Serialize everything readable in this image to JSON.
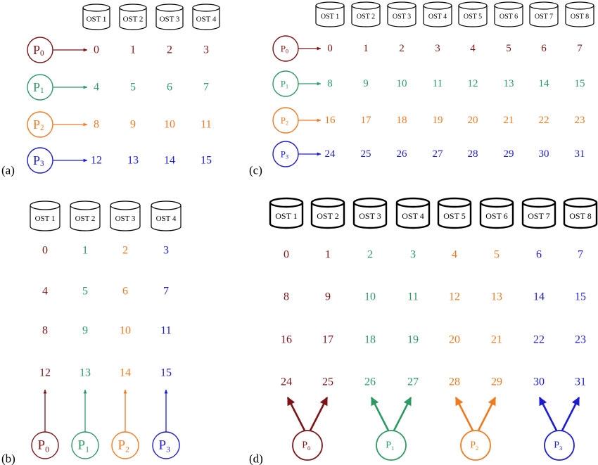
{
  "colors": {
    "p0": "#7b1416",
    "p1": "#2e9a63",
    "p2": "#f07a20",
    "p3": "#1c1ccf",
    "ink": "#000000"
  },
  "panels": [
    {
      "id": "a",
      "label": "(a)",
      "osts": [
        "OST 1",
        "OST 2",
        "OST 3",
        "OST 4"
      ],
      "process_letter": "P",
      "processes": [
        {
          "sub": "0",
          "color": "p0",
          "blocks": [
            "0",
            "1",
            "2",
            "3"
          ]
        },
        {
          "sub": "1",
          "color": "p1",
          "blocks": [
            "4",
            "5",
            "6",
            "7"
          ]
        },
        {
          "sub": "2",
          "color": "p2",
          "blocks": [
            "8",
            "9",
            "10",
            "11"
          ]
        },
        {
          "sub": "3",
          "color": "p3",
          "blocks": [
            "12",
            "13",
            "14",
            "15"
          ]
        }
      ]
    },
    {
      "id": "b",
      "label": "(b)",
      "osts": [
        "OST 1",
        "OST 2",
        "OST 3",
        "OST 4"
      ],
      "process_letter": "P",
      "rows": [
        [
          "0",
          "1",
          "2",
          "3"
        ],
        [
          "4",
          "5",
          "6",
          "7"
        ],
        [
          "8",
          "9",
          "10",
          "11"
        ],
        [
          "12",
          "13",
          "14",
          "15"
        ]
      ],
      "column_colors": [
        "p0",
        "p1",
        "p2",
        "p3"
      ],
      "processes": [
        {
          "sub": "0",
          "color": "p0"
        },
        {
          "sub": "1",
          "color": "p1"
        },
        {
          "sub": "2",
          "color": "p2"
        },
        {
          "sub": "3",
          "color": "p3"
        }
      ]
    },
    {
      "id": "c",
      "label": "(c)",
      "osts": [
        "OST 1",
        "OST 2",
        "OST 3",
        "OST 4",
        "OST 5",
        "OST 6",
        "OST 7",
        "OST 8"
      ],
      "process_letter": "P",
      "processes": [
        {
          "sub": "0",
          "color": "p0",
          "blocks": [
            "0",
            "1",
            "2",
            "3",
            "4",
            "5",
            "6",
            "7"
          ]
        },
        {
          "sub": "1",
          "color": "p1",
          "blocks": [
            "8",
            "9",
            "10",
            "11",
            "12",
            "13",
            "14",
            "15"
          ]
        },
        {
          "sub": "2",
          "color": "p2",
          "blocks": [
            "16",
            "17",
            "18",
            "19",
            "20",
            "21",
            "22",
            "23"
          ]
        },
        {
          "sub": "3",
          "color": "p3",
          "blocks": [
            "24",
            "25",
            "26",
            "27",
            "28",
            "29",
            "30",
            "31"
          ]
        }
      ]
    },
    {
      "id": "d",
      "label": "(d)",
      "osts": [
        "OST 1",
        "OST 2",
        "OST 3",
        "OST 4",
        "OST 5",
        "OST 6",
        "OST 7",
        "OST 8"
      ],
      "process_letter": "P",
      "rows": [
        [
          "0",
          "1",
          "2",
          "3",
          "4",
          "5",
          "6",
          "7"
        ],
        [
          "8",
          "9",
          "10",
          "11",
          "12",
          "13",
          "14",
          "15"
        ],
        [
          "16",
          "17",
          "18",
          "19",
          "20",
          "21",
          "22",
          "23"
        ],
        [
          "24",
          "25",
          "26",
          "27",
          "28",
          "29",
          "30",
          "31"
        ]
      ],
      "column_colors": [
        "p0",
        "p0",
        "p1",
        "p1",
        "p2",
        "p2",
        "p3",
        "p3"
      ],
      "processes": [
        {
          "sub": "0",
          "color": "p0"
        },
        {
          "sub": "1",
          "color": "p1"
        },
        {
          "sub": "2",
          "color": "p2"
        },
        {
          "sub": "3",
          "color": "p3"
        }
      ]
    }
  ]
}
